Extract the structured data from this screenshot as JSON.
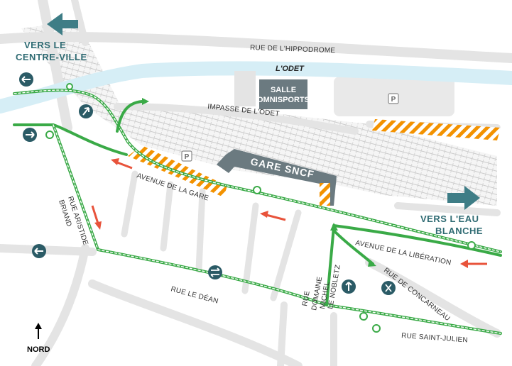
{
  "map": {
    "streets": {
      "hippodrome": "RUE DE L'HIPPODROME",
      "impasse_odet": "IMPASSE DE L'ODET",
      "avenue_gare": "AVENUE DE LA GARE",
      "avenue_liberation": "AVENUE DE LA LIBÉRATION",
      "rue_aristide_line1": "RUE ARISTIDE",
      "rue_aristide_line2": "BRIAND",
      "rue_dean": "RUE LE DÉAN",
      "rue_domaine_line1": "RUE",
      "rue_domaine_line2": "DOMAINE",
      "rue_domaine_line3": "MICHEL",
      "rue_domaine_line4": "LE NOBLETZ",
      "rue_concarneau": "RUE DE CONCARNEAU",
      "rue_saint_julien": "RUE SAINT-JULIEN"
    },
    "river": "L'ODET",
    "buildings": {
      "salle_line1": "SALLE",
      "salle_line2": "OMNISPORTS",
      "gare": "GARE SNCF"
    },
    "directions": {
      "centre_line1": "VERS LE",
      "centre_line2": "CENTRE-VILLE",
      "eau_line1": "VERS L'EAU",
      "eau_line2": "BLANCHE"
    },
    "parking_label": "P",
    "north_label": "NORD",
    "colors": {
      "route": "#3aaa47",
      "river": "#d6eef6",
      "roads": "#e6e6e6",
      "building": "#6b7a80",
      "hatch": "#f39200",
      "sign": "#2b5b66",
      "arrow_red": "#e8533b",
      "teal": "#3e7d86"
    },
    "icons": [
      "arrow-left-sign-icon",
      "arrow-right-sign-icon",
      "arrow-up-sign-icon",
      "two-way-sign-icon",
      "parking-icon",
      "north-arrow-icon",
      "direction-arrow-icon"
    ]
  }
}
